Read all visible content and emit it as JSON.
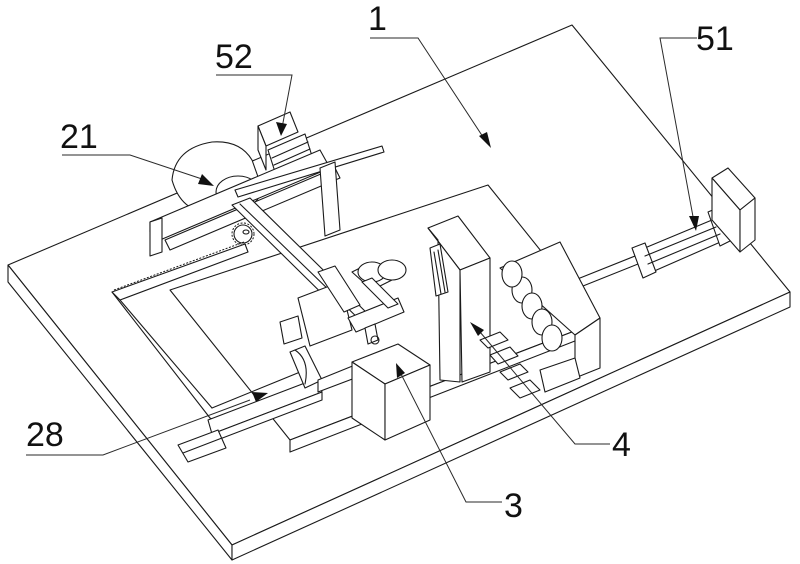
{
  "figure": {
    "type": "patent-isometric-line-drawing",
    "line_color": "#1a1a1a",
    "background": "#ffffff"
  },
  "callouts": [
    {
      "id": "c1",
      "label": "1",
      "part": "base-plate"
    },
    {
      "id": "c52",
      "label": "52",
      "part": "upper-cylinder-mount"
    },
    {
      "id": "c21",
      "label": "21",
      "part": "motor"
    },
    {
      "id": "c51",
      "label": "51",
      "part": "pneumatic-cylinder"
    },
    {
      "id": "c28",
      "label": "28",
      "part": "sliding-rail"
    },
    {
      "id": "c3",
      "label": "3",
      "part": "support-block"
    },
    {
      "id": "c4",
      "label": "4",
      "part": "roller-feed-assembly"
    }
  ]
}
